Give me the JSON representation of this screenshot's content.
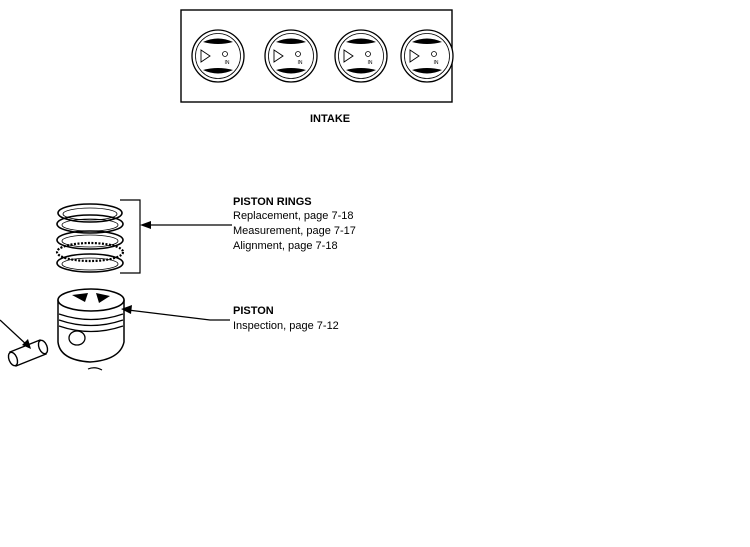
{
  "intake": {
    "label": "INTAKE",
    "piston_marks": [
      "IN",
      "IN",
      "IN",
      "IN"
    ]
  },
  "piston_rings": {
    "title": "PISTON RINGS",
    "lines": [
      "Replacement, page 7-18",
      "Measurement, page 7-17",
      "Alignment, page 7-18"
    ]
  },
  "piston": {
    "title": "PISTON",
    "lines": [
      "Inspection, page 7-12"
    ]
  }
}
